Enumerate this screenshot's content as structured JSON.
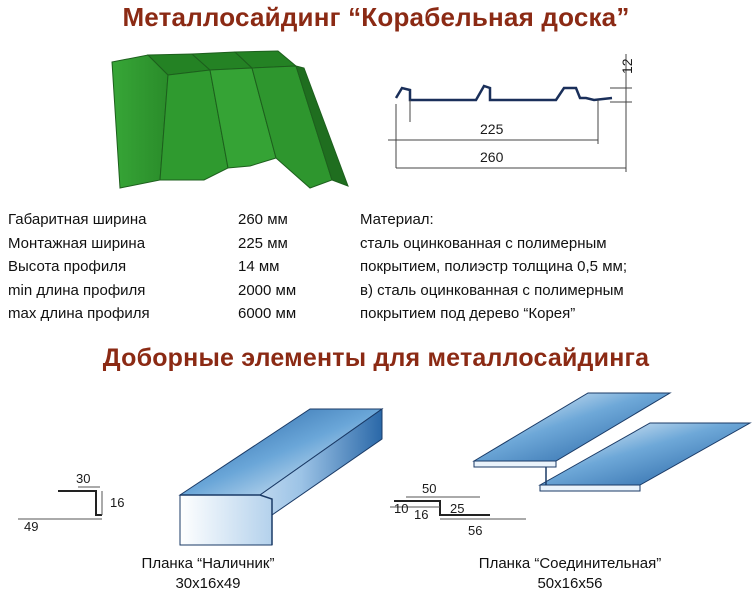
{
  "title": "Металлосайдинг “Корабельная доска”",
  "profile_drawing": {
    "dim_height": "12",
    "dim_mount_width": "225",
    "dim_total_width": "260"
  },
  "specs": [
    {
      "label": "Габаритная ширина",
      "value": "260 мм"
    },
    {
      "label": "Монтажная ширина",
      "value": "225 мм"
    },
    {
      "label": "Высота профиля",
      "value": "14 мм"
    },
    {
      "label": "min длина профиля",
      "value": "2000 мм"
    },
    {
      "label": "max длина профиля",
      "value": "6000 мм"
    }
  ],
  "material": {
    "heading": "Материал:",
    "lines": [
      "сталь оцинкованная с полимерным",
      "покрытием, полиэстр толщина 0,5 мм;",
      "в) сталь оцинкованная с полимерным",
      "покрытием под дерево “Корея”"
    ]
  },
  "subtitle": "Доборные элементы для металлосайдинга",
  "element_nalichnik": {
    "dim_a": "30",
    "dim_b": "16",
    "dim_c": "49",
    "name": "Планка “Наличник”",
    "size": "30x16x49"
  },
  "element_soedinitelnaya": {
    "dim_a": "50",
    "dim_b": "10",
    "dim_c": "16",
    "dim_d": "25",
    "dim_e": "56",
    "name": "Планка “Соединительная”",
    "size": "50x16x56"
  },
  "colors": {
    "title": "#8b2a14",
    "panel_green": "#2e9a2e",
    "panel_green_dark": "#1f6e1f",
    "metal_blue": "#2d6fb0"
  }
}
